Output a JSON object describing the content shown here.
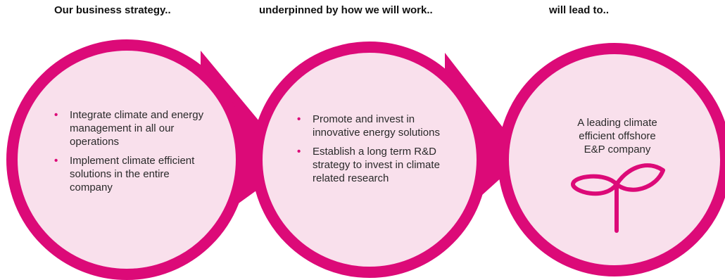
{
  "headings": {
    "strategy": "Our business strategy..",
    "how": "underpinned by how we will work..",
    "outcome": "will lead to.."
  },
  "colors": {
    "ring": "#dc0a78",
    "fill": "#f9e0ec",
    "bullet": "#dc0a78"
  },
  "strategy": {
    "bullets": [
      "Integrate climate and energy management in all our operations",
      "Implement climate efficient solutions in the entire company"
    ]
  },
  "how": {
    "bullets": [
      "Promote and invest in innovative energy solutions",
      "Establish a long term R&D strategy to invest in climate related research"
    ]
  },
  "outcome": {
    "text": "A leading climate efficient offshore E&P company",
    "icon": "sprout-icon"
  },
  "bullet_glyph": "•"
}
